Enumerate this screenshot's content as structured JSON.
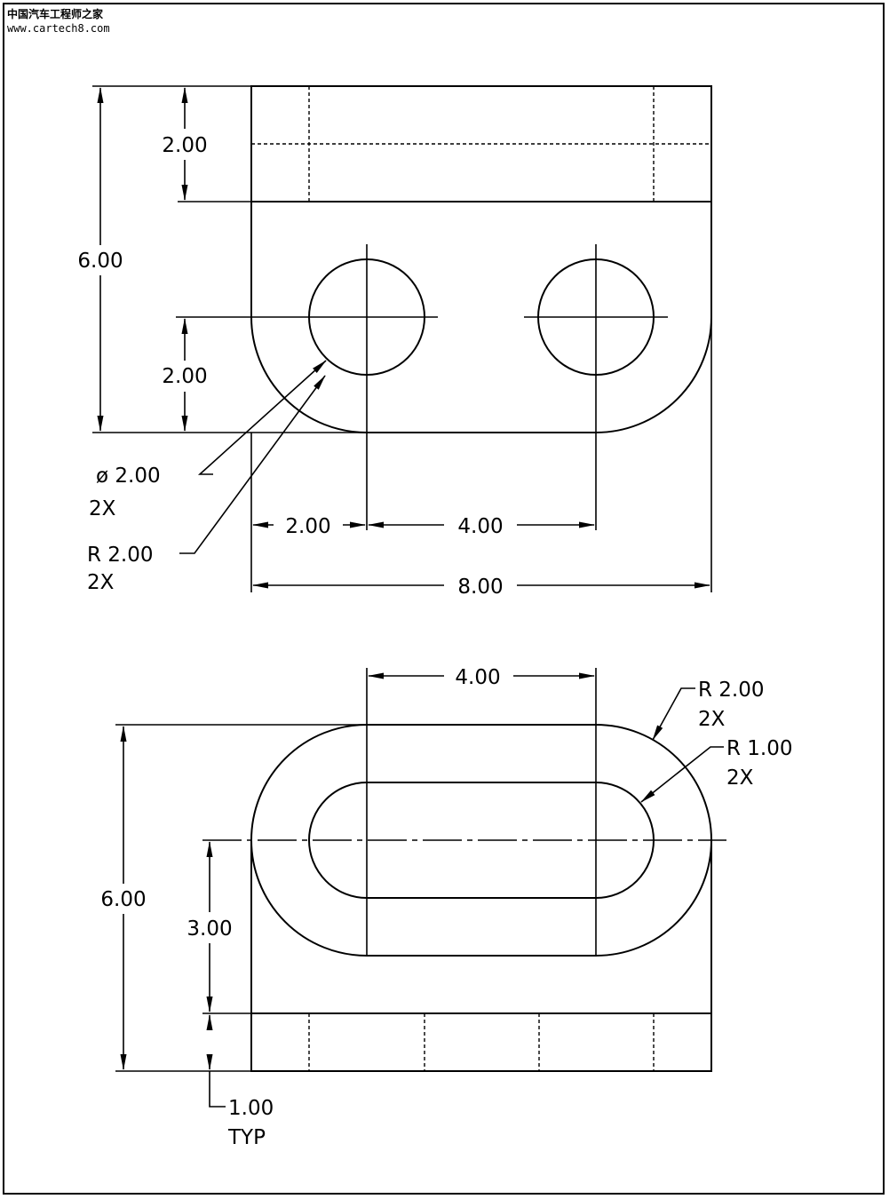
{
  "watermark": {
    "title_cn": "中国汽车工程师之家",
    "url": "www.cartech8.com"
  },
  "top_view": {
    "dim_top_height": "2.00",
    "dim_total_height": "6.00",
    "dim_hole_center_height": "2.00",
    "hole_note_diameter": "ø 2.00",
    "hole_note_count": "2X",
    "radius_note": "R 2.00",
    "radius_note_count": "2X",
    "dim_left_to_hole": "2.00",
    "dim_hole_spacing": "4.00",
    "dim_total_width": "8.00"
  },
  "bottom_view": {
    "dim_center_spacing": "4.00",
    "outer_radius_note": "R 2.00",
    "outer_radius_count": "2X",
    "inner_radius_note": "R 1.00",
    "inner_radius_count": "2X",
    "dim_total_height": "6.00",
    "dim_center_height": "3.00",
    "dim_base_thickness": "1.00",
    "dim_base_note": "TYP"
  }
}
